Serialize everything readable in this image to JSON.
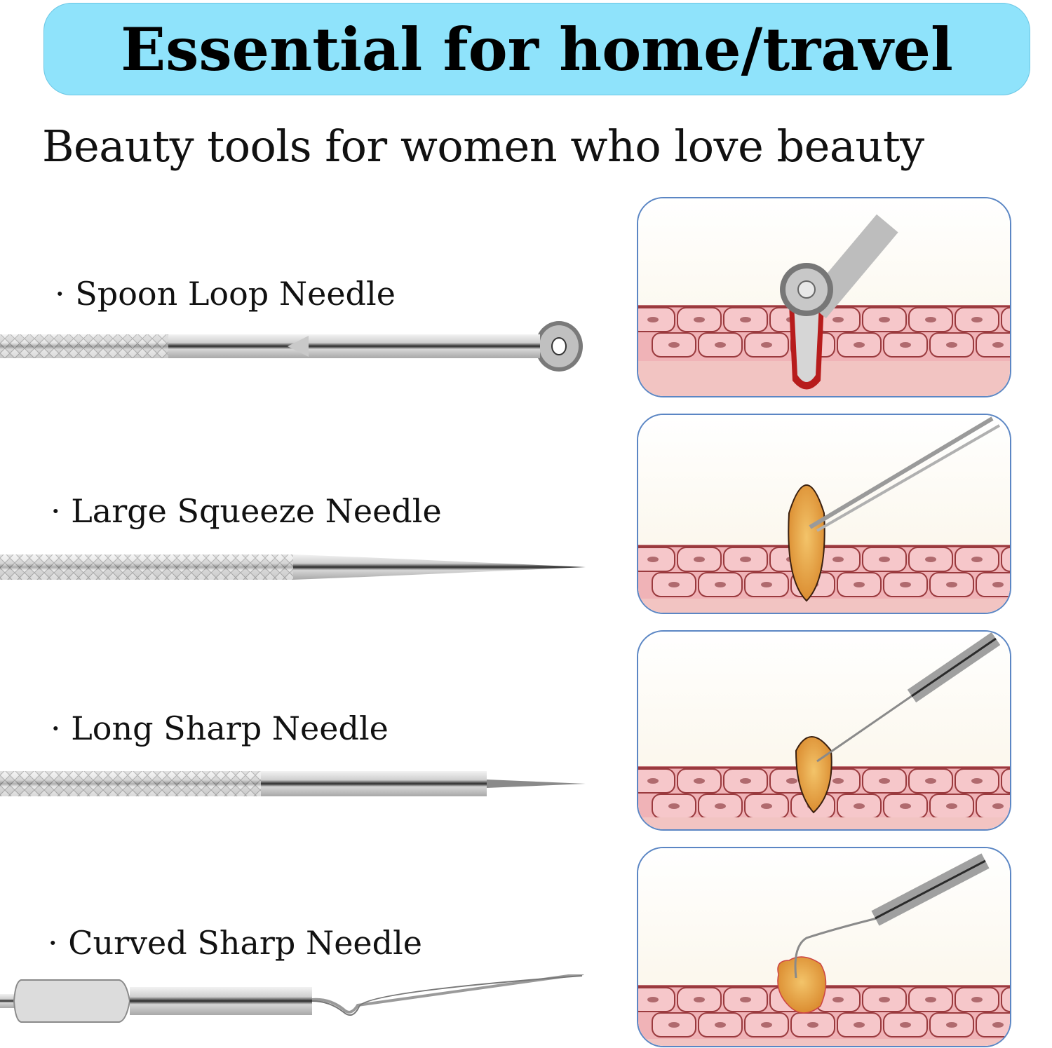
{
  "header": {
    "banner_title": "Essential for home/travel",
    "subtitle": "Beauty tools for women who love beauty",
    "banner_color": "#8fe3fb"
  },
  "tools": [
    {
      "label": "· Spoon Loop Needle",
      "icon": "spoon-loop-needle-icon",
      "illustration": "spoon-loop-extraction-illustration"
    },
    {
      "label": "· Large Squeeze Needle",
      "icon": "large-squeeze-needle-icon",
      "illustration": "large-squeeze-extraction-illustration"
    },
    {
      "label": "· Long Sharp Needle",
      "icon": "long-sharp-needle-icon",
      "illustration": "long-sharp-extraction-illustration"
    },
    {
      "label": "· Curved Sharp Needle",
      "icon": "curved-sharp-needle-icon",
      "illustration": "curved-sharp-extraction-illustration"
    }
  ],
  "colors": {
    "panel_border": "#5b86c4",
    "skin_cells": "#f3b9bd",
    "cell_outline": "#9a3a3e",
    "dermis": "#f2c4c2",
    "sebum": "#e8a640",
    "metal": "#c8c8c8"
  }
}
